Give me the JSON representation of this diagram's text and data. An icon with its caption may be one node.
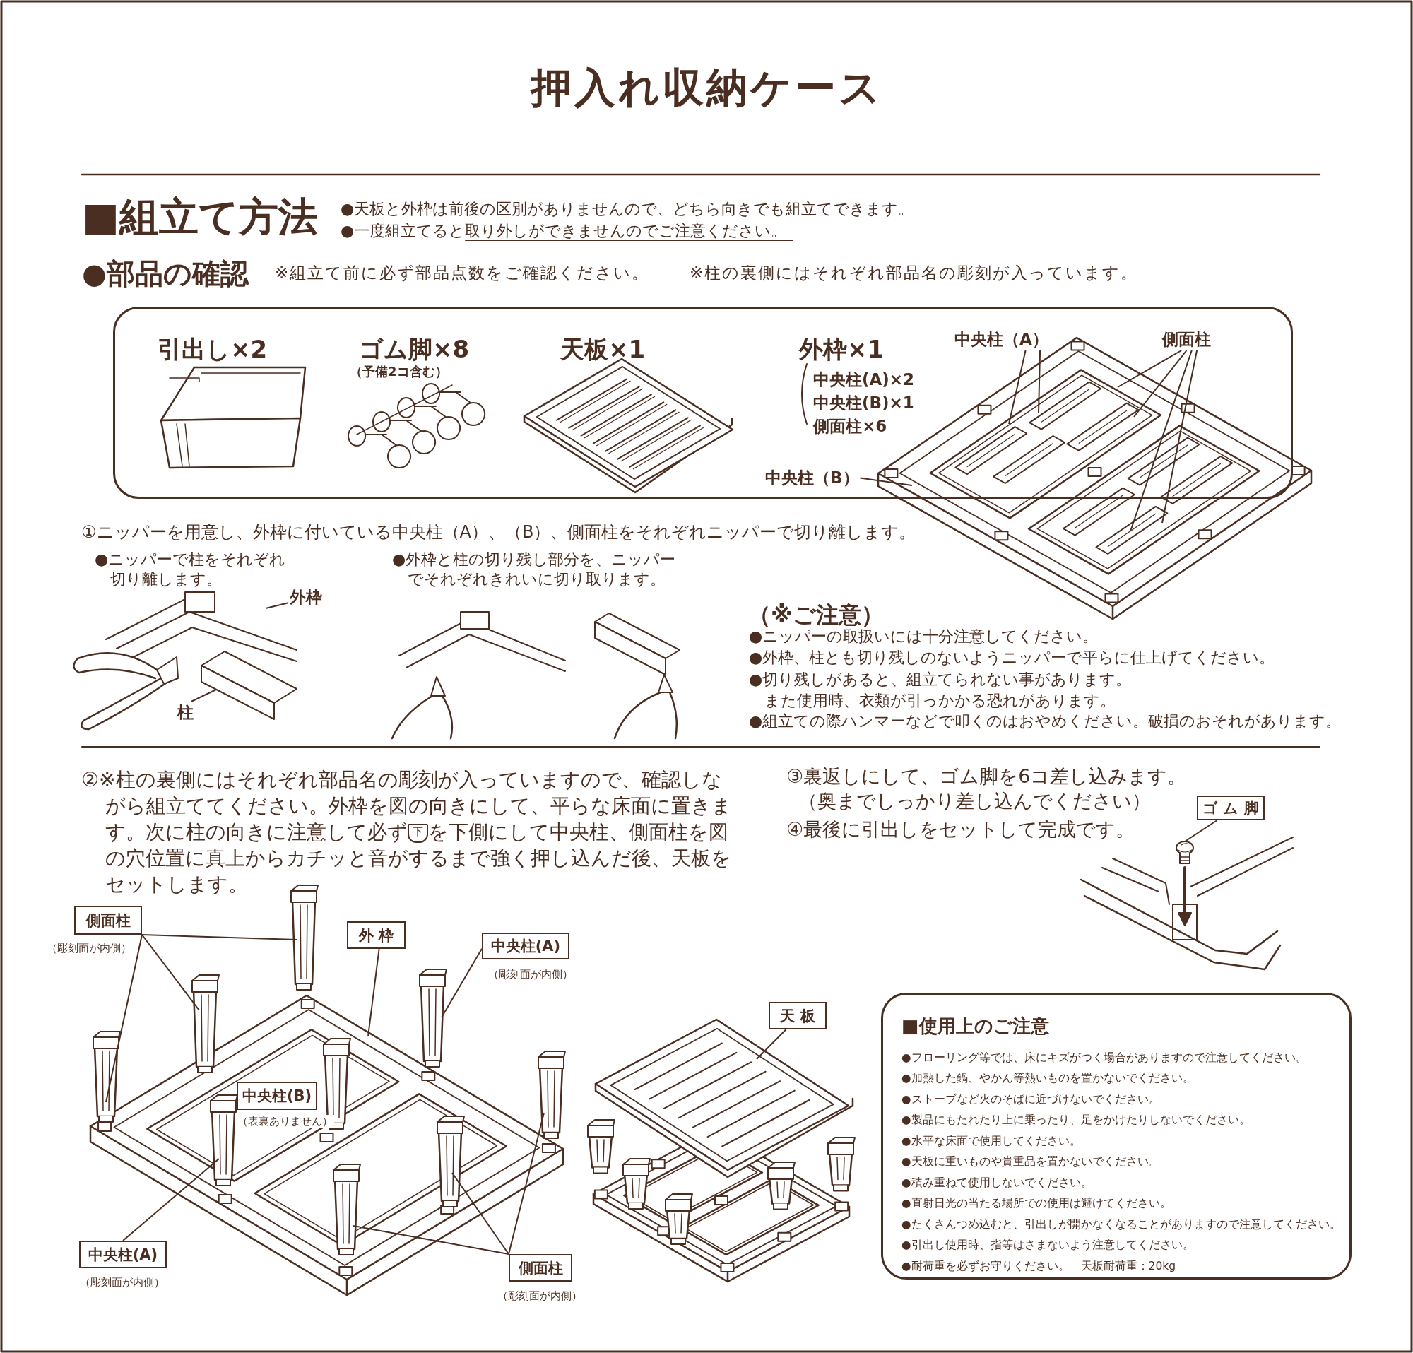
{
  "diagram": {
    "title": "押入れ収納ケース",
    "nodes": [
      {
        "text": [
          "引出し×2",
          "ゴム脚×8",
          "（予備2コ含む）",
          "天板×1",
          "外枠×1",
          "中央柱(A)×2",
          "中央柱(B)×1",
          "側面柱×6"
        ]
      },
      {
        "text": [
          "中央柱（A）"
        ],
        "in": 0
      },
      {
        "text": [
          "側面柱"
        ],
        "in": 0
      },
      {
        "text": [
          "中央柱（B）"
        ],
        "in": 0
      },
      {
        "text": [
          "外枠"
        ]
      },
      {
        "text": [
          "柱"
        ]
      },
      {
        "text": [
          "側面柱"
        ],
        "beside": [
          "（彫刻面が内側）"
        ]
      },
      {
        "text": [
          "外 枠"
        ]
      },
      {
        "text": [
          "中央柱(A)"
        ],
        "beside": [
          "（彫刻面が内側）"
        ]
      },
      {
        "text": [
          "中央柱(B)"
        ],
        "beside": [
          "（表裏ありません）"
        ]
      },
      {
        "text": [
          "中央柱(A)"
        ],
        "beside": [
          "（彫刻面が内側）"
        ]
      },
      {
        "text": [
          "側面柱"
        ],
        "beside": [
          "（彫刻面が内側）"
        ]
      },
      {
        "text": [
          "天 板"
        ]
      },
      {
        "text": [
          "ゴ ム 脚"
        ]
      },
      {
        "text": [
          "■使用上のご注意",
          "●フローリング等では、床にキズがつく場合がありますので注意してください。",
          "●加熱した鍋、やかん等熱いものを置かないでください。",
          "●ストーブなど火のそばに近づけないでください。",
          "●製品にもたれたり上に乗ったり、足をかけたりしないでください。",
          "●水平な床面で使用してください。",
          "●天板に重いものや貴重品を置かないでください。",
          "●積み重ねて使用しないでください。",
          "●直射日光の当たる場所での使用は避けてください。",
          "●たくさんつめ込むと、引出しが開かなくなることがありますので注意してください。",
          "●引出し使用時、指等はさまないよう注意してください。",
          "●耐荷重を必ずお守りください。　天板耐荷重：20kg"
        ]
      },
      {
        "text": [],
        "shape": "picture"
      }
    ],
    "edges": [
      {
        "from": 1,
        "to": null,
        "arrow": "none"
      },
      {
        "from": 1,
        "to": null,
        "arrow": "none"
      },
      {
        "from": 2,
        "to": null,
        "arrow": "none"
      },
      {
        "from": 2,
        "to": null,
        "arrow": "none"
      },
      {
        "from": 2,
        "to": null,
        "arrow": "none"
      },
      {
        "from": 2,
        "to": null,
        "arrow": "none"
      },
      {
        "from": 3,
        "to": null,
        "arrow": "none"
      },
      {
        "from": 4,
        "to": null,
        "arrow": "none"
      },
      {
        "from": 5,
        "to": null,
        "arrow": "none"
      },
      {
        "from": 6,
        "to": null,
        "arrow": "none"
      },
      {
        "from": 6,
        "to": null,
        "arrow": "none"
      },
      {
        "from": 6,
        "to": null,
        "arrow": "none"
      },
      {
        "from": 7,
        "to": null,
        "arrow": "none"
      },
      {
        "from": 8,
        "to": null,
        "arrow": "none"
      },
      {
        "from": 10,
        "to": null,
        "arrow": "none"
      },
      {
        "from": 11,
        "to": null,
        "arrow": "none"
      },
      {
        "from": 11,
        "to": null,
        "arrow": "none"
      },
      {
        "from": 11,
        "to": null,
        "arrow": "none"
      },
      {
        "from": 12,
        "to": null,
        "arrow": "none"
      },
      {
        "from": 13,
        "to": 15,
        "arrow": "none"
      }
    ],
    "labels": [
      "■組立て方法",
      "●天板と外枠は前後の区別がありませんので、どちら向きでも組立てできます。",
      "●一度組立てると取り外しができませんのでご注意ください。",
      "●部品の確認",
      "※組立て前に必ず部品点数をご確認ください。",
      "※柱の裏側にはそれぞれ部品名の彫刻が入っています。",
      "①ニッパーを用意し、外枠に付いている中央柱（A）、（B）、側面柱をそれぞれニッパーで切り離します。",
      "●ニッパーで柱をそれぞれ切り離します。",
      "●外枠と柱の切り残し部分を、ニッパーでそれぞれきれいに切り取ります。",
      "（※ご注意）",
      "●ニッパーの取扱いには十分注意してください。",
      "●外枠、柱とも切り残しのないようニッパーで平らに仕上げてください。",
      "●切り残しがあると、組立てられない事があります。また使用時、衣類が引っかかる恐れがあります。",
      "●組立ての際ハンマーなどで叩くのはおやめください。破損のおそれがあります。",
      "②※柱の裏側にはそれぞれ部品名の彫刻が入っていますので、確認しながら組立ててください。外枠を図の向きにして、平らな床面に置きます。次に柱の向きに注意して必ず",
      "下",
      "を下側にして中央柱、側面柱を図の穴位置に真上からカチッと音がするまで強く押し込んだ後、天板をセットします。",
      "③裏返しにして、ゴム脚を6コ差し込みます。",
      "（奥までしっかり差し込んでください）",
      "④最後に引出しをセットして完成です。"
    ]
  }
}
